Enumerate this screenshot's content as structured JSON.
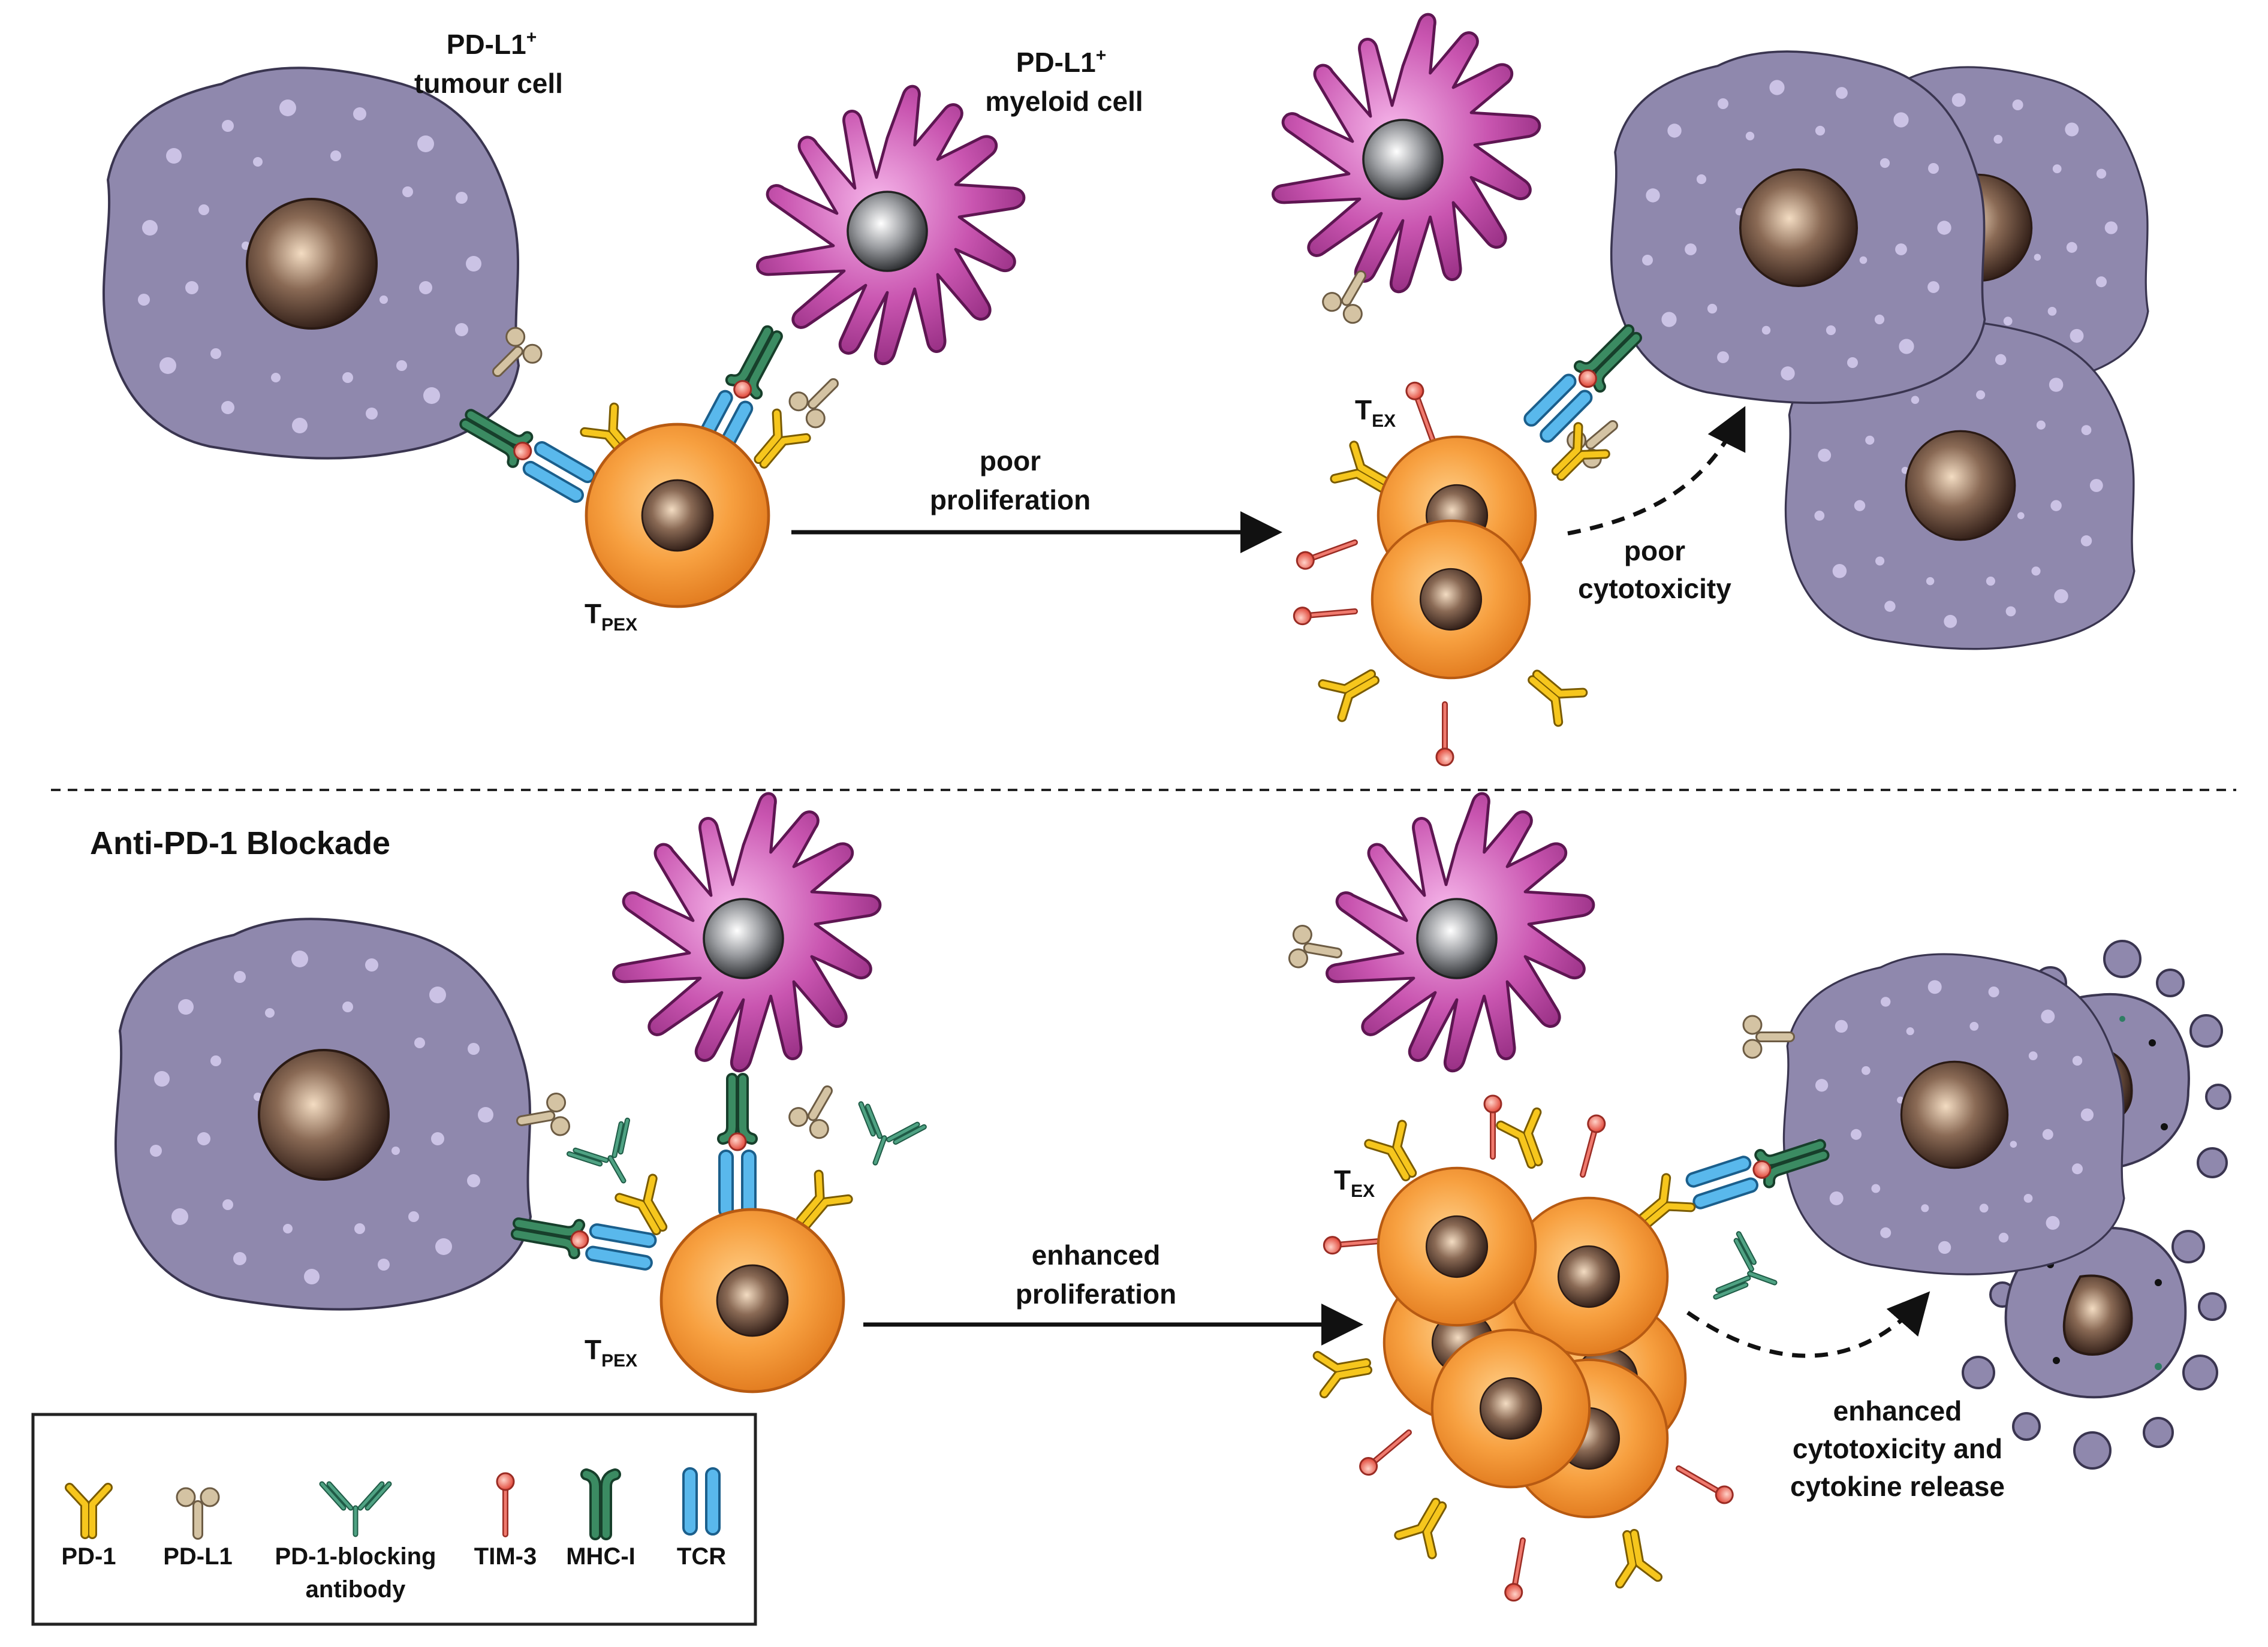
{
  "colors": {
    "tumour": "#8f88ad",
    "myeloid": "#b63c9b",
    "tcell": "#f59a3a",
    "pd1": "#f2c21a",
    "pdl1": "#c8b595",
    "antibody": "#2f7d63",
    "tim3": "#e45a4e",
    "mhc": "#2d6a4b",
    "tcr": "#3fa2d8"
  },
  "top": {
    "tumour_label_line1": "PD-L1",
    "tumour_label_sup": "+",
    "tumour_label_line2": "tumour cell",
    "myeloid_label_line1": "PD-L1",
    "myeloid_label_sup": "+",
    "myeloid_label_line2": "myeloid cell",
    "tpex_main": "T",
    "tpex_sub": "PEX",
    "arrow_label_line1": "poor",
    "arrow_label_line2": "proliferation",
    "tex_main": "T",
    "tex_sub": "EX",
    "cytotox_line1": "poor",
    "cytotox_line2": "cytotoxicity"
  },
  "bottom": {
    "section_title": "Anti-PD-1 Blockade",
    "tpex_main": "T",
    "tpex_sub": "PEX",
    "arrow_label_line1": "enhanced",
    "arrow_label_line2": "proliferation",
    "tex_main": "T",
    "tex_sub": "EX",
    "cytotox_line1": "enhanced",
    "cytotox_line2": "cytotoxicity and",
    "cytotox_line3": "cytokine release"
  },
  "legend": {
    "items": [
      {
        "label": "PD-1",
        "icon": "pd1-receptor-icon"
      },
      {
        "label": "PD-L1",
        "icon": "pdl1-ligand-icon"
      },
      {
        "label": "PD-1-blocking",
        "label2": "antibody",
        "icon": "antibody-icon"
      },
      {
        "label": "TIM-3",
        "icon": "tim3-receptor-icon"
      },
      {
        "label": "MHC-I",
        "icon": "mhc-i-icon"
      },
      {
        "label": "TCR",
        "icon": "tcr-icon"
      }
    ]
  }
}
